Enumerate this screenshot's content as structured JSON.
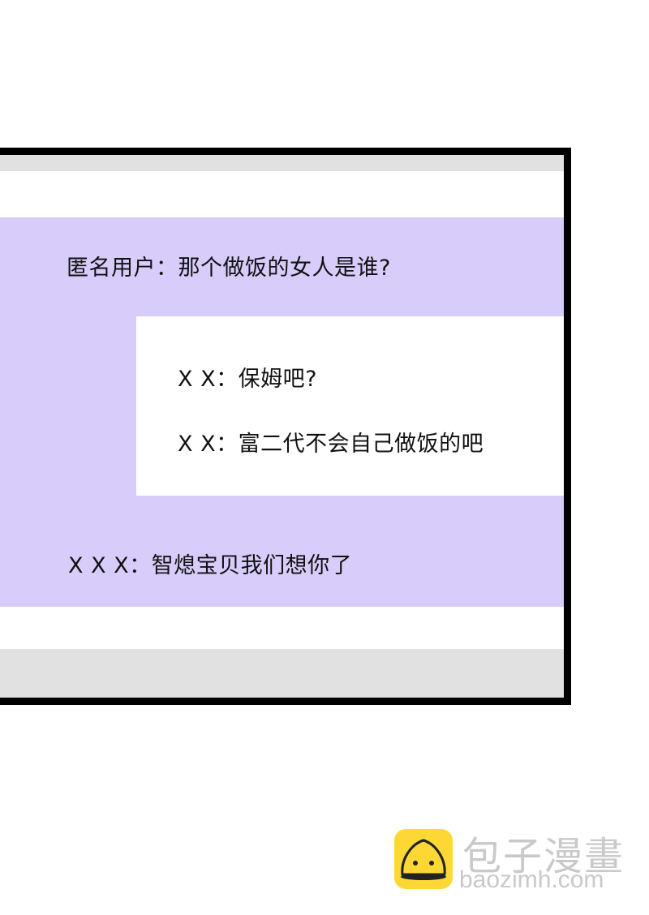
{
  "panel": {
    "messages": [
      {
        "speaker": "匿名用户",
        "text": "匿名用户：那个做饭的女人是谁?"
      },
      {
        "speaker": "X X",
        "text": "X X：保姆吧?"
      },
      {
        "speaker": "X X",
        "text": "X X：富二代不会自己做饭的吧"
      },
      {
        "speaker": "X X X",
        "text": "X X X：智熄宝贝我们想你了"
      }
    ],
    "colors": {
      "frame": "#000000",
      "gray_band": "#e1e1e1",
      "lavender": "#d8ccfa",
      "inner_box": "#ffffff"
    }
  },
  "watermark": {
    "title": "包子漫畫",
    "url": "baozimh.com",
    "icon": "steamed-bun-icon",
    "icon_color": "#fdd835"
  }
}
